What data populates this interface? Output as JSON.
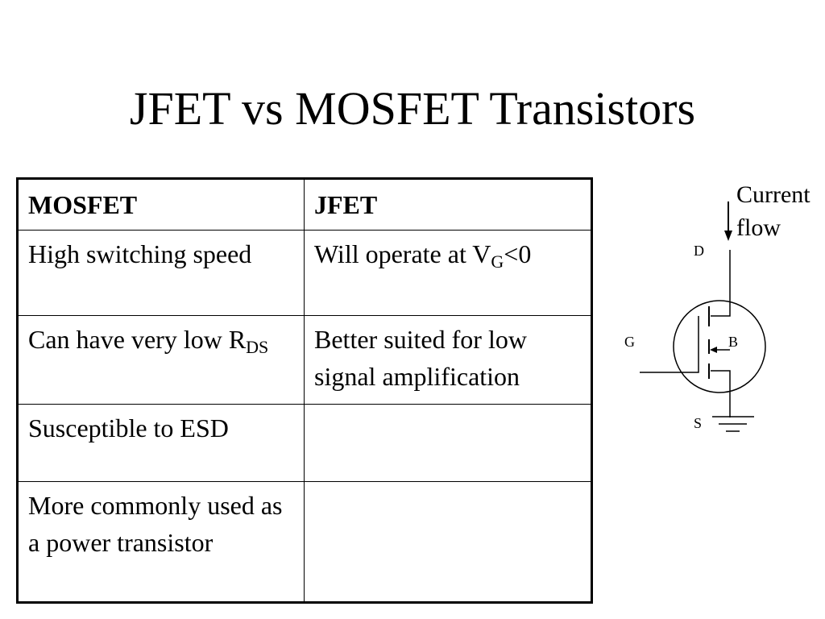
{
  "title": "JFET vs MOSFET Transistors",
  "table": {
    "headers": [
      "MOSFET",
      "JFET"
    ],
    "rows": [
      {
        "mosfet": "High switching speed",
        "jfet_main": "Will operate at V",
        "jfet_sub": "G",
        "jfet_after": "<0"
      },
      {
        "mosfet_main": "Can have very low R",
        "mosfet_sub": "DS",
        "jfet": "Better suited for low signal amplification"
      },
      {
        "mosfet": "Susceptible to ESD",
        "jfet": ""
      },
      {
        "mosfet": "More commonly used as a power transistor",
        "jfet": ""
      }
    ]
  },
  "diagram": {
    "current_label_line1": "Current",
    "current_label_line2": "flow",
    "drain_label": "D",
    "gate_label": "G",
    "body_label": "B",
    "source_label": "S",
    "ground_symbol": "ground-icon",
    "arrow_symbol": "arrow-down-icon"
  }
}
